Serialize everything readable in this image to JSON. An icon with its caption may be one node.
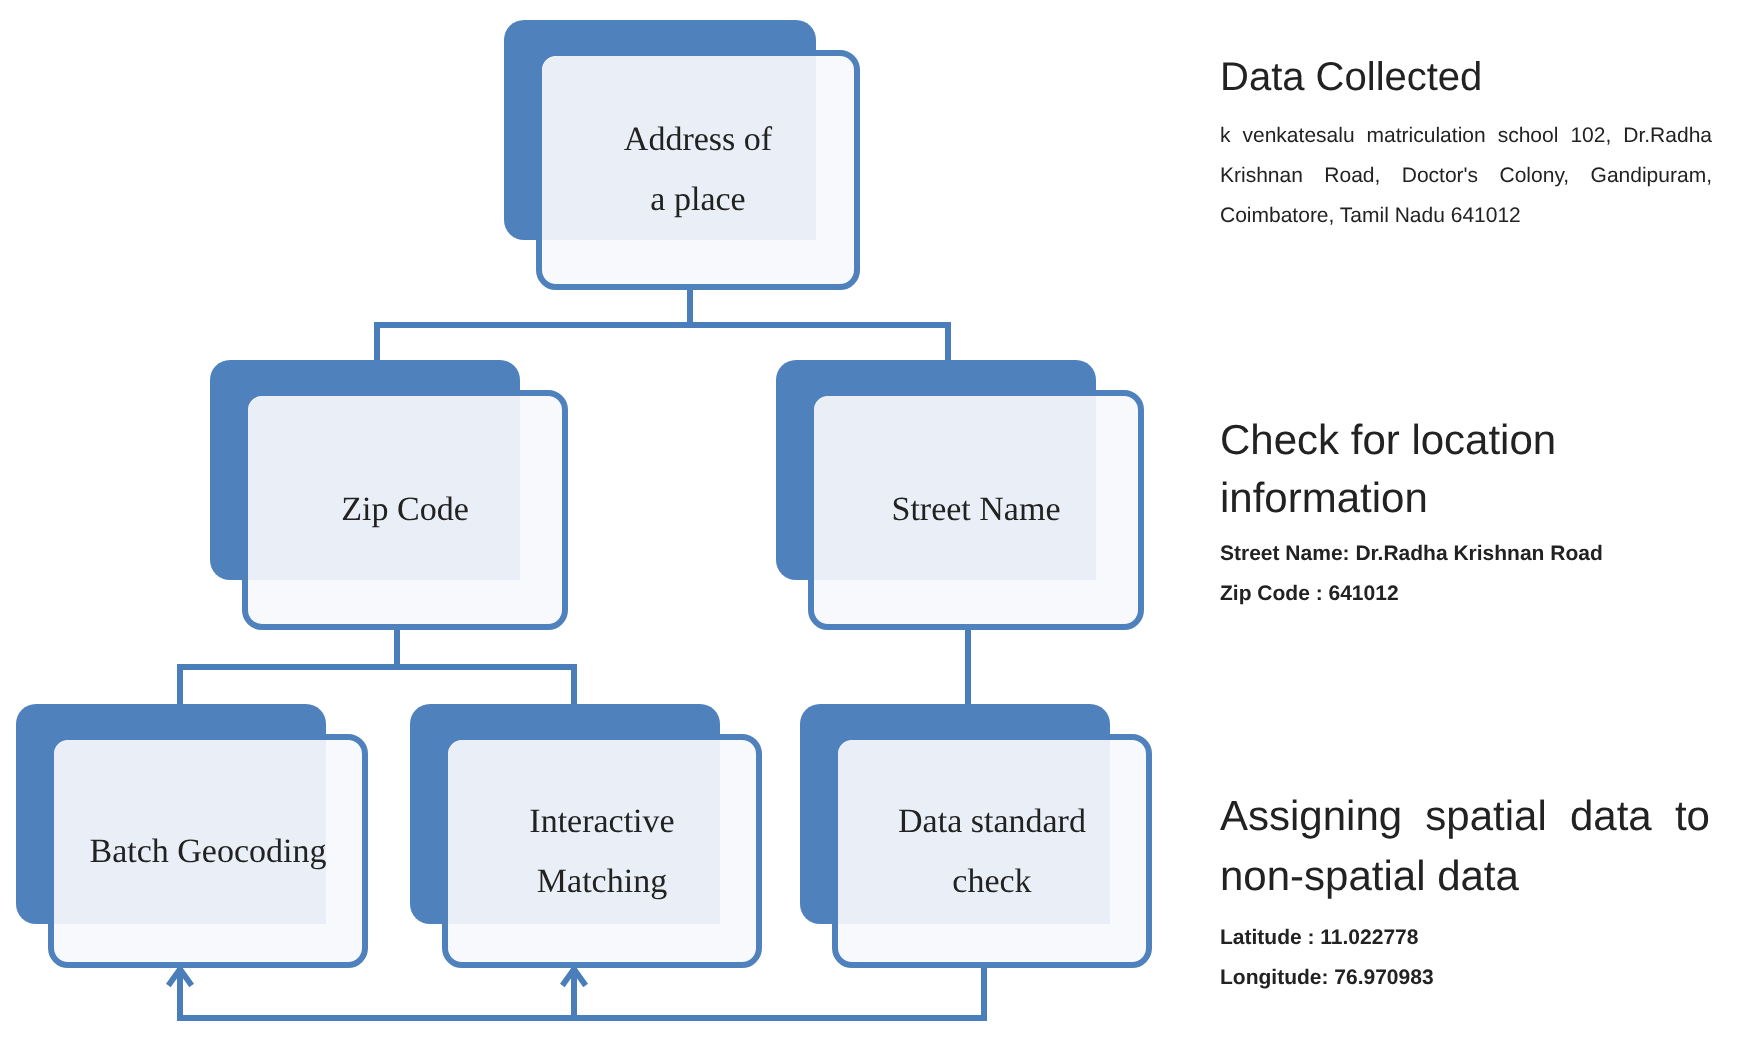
{
  "diagram": {
    "nodes": [
      {
        "text": [
          "Address of a place"
        ]
      },
      {
        "text": [
          "Zip Code"
        ]
      },
      {
        "text": [
          "Street Name"
        ]
      },
      {
        "text": [
          "Batch Geocoding"
        ]
      },
      {
        "text": [
          "Interactive Matching"
        ]
      },
      {
        "text": [
          "Data standard check"
        ]
      }
    ],
    "edges": [
      {
        "from": 0,
        "to": 1,
        "arrow": "none"
      },
      {
        "from": 0,
        "to": 2,
        "arrow": "none"
      },
      {
        "from": 1,
        "to": 3,
        "arrow": "none"
      },
      {
        "from": 1,
        "to": 4,
        "arrow": "none"
      },
      {
        "from": 2,
        "to": 5,
        "arrow": "none"
      },
      {
        "from": 5,
        "to": 3,
        "arrow": "to"
      },
      {
        "from": 5,
        "to": 4,
        "arrow": "to"
      }
    ],
    "labels": [
      "Data Collected",
      "k venkatesalu matriculation school 102, Dr.Radha Krishnan Road, Doctor's Colony, Gandipuram, Coimbatore, Tamil Nadu 641012",
      "Check for location information",
      "Street Name: Dr.Radha Krishnan Road",
      "Zip Code : 641012",
      "Assigning spatial data to non-spatial data",
      "Latitude : 11.022778",
      "Longitude: 76.970983"
    ]
  }
}
